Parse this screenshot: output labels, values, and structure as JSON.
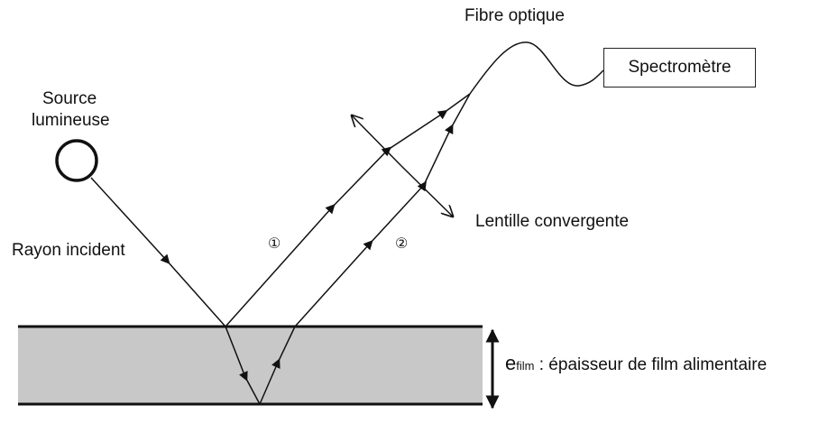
{
  "labels": {
    "source": [
      "Source",
      "lumineuse"
    ],
    "incident": "Rayon incident",
    "fiber": "Fibre optique",
    "spectrometer": "Spectromètre",
    "lens": "Lentille convergente",
    "ray1": "①",
    "ray2": "②",
    "thickness_symbol": "e",
    "thickness_subscript": "film",
    "thickness_desc": " : épaisseur de film alimentaire"
  },
  "colors": {
    "film": "#c8c8c8",
    "line": "#111111"
  }
}
